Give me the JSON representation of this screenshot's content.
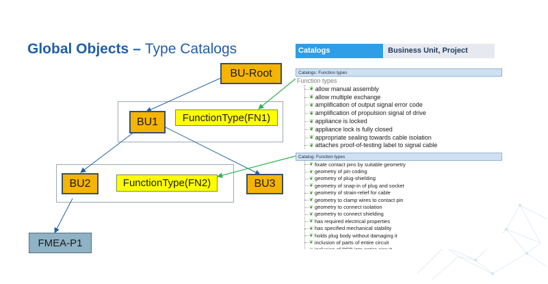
{
  "slide": {
    "title_main": "Global Objects",
    "title_sep": "–",
    "title_sub": "Type Catalogs"
  },
  "nodes": {
    "bu_root": "BU-Root",
    "bu1": "BU1",
    "bu2": "BU2",
    "bu3": "BU3",
    "fn1": "FunctionType(FN1)",
    "fn2": "FunctionType(FN2)",
    "fmea": "FMEA-P1"
  },
  "header": {
    "left": "Catalogs",
    "right": "Business Unit, Project"
  },
  "catalog_1": {
    "title": "Catalogs: Function types",
    "root": "Function types",
    "items": [
      "allow manual assembly",
      "allow multiple exchange",
      "amplification of output signal error code",
      "amplification of propulsion signal of drive",
      "appliance is locked",
      "appliance lock is fully closed",
      "appropriate sealing towards cable isolation",
      "attaches proof-of-testing label to signal cable"
    ]
  },
  "catalog_2": {
    "title": "Catalog: Function types",
    "items": [
      "fixate contact pins by suitable geometry",
      "geometry of pin coding",
      "geometry of plug-shielding",
      "geometry of snap-in of plug and socket",
      "geometry of strain-relief for cable",
      "geometry to clamp wires to contact pin",
      "geometry to connect isolation",
      "geometry to connect shielding",
      "has required electrical properties",
      "has specified mechanical stability",
      "holds plug body without damaging it",
      "inclusion of parts of entire circuit",
      "inclusion of PCB into entire circuit"
    ]
  },
  "colors": {
    "title": "#1f5fa8",
    "bu_fill": "#f5b400",
    "fn_fill": "#ffff00",
    "fmea_fill": "#8fb2c4",
    "arrow_blue": "#1f5fa8",
    "arrow_green": "#2bb24c",
    "header_blue": "#2e9ee6"
  },
  "icons": {
    "tree_leaf": "leaf-icon",
    "background": "network-mesh-icon"
  }
}
